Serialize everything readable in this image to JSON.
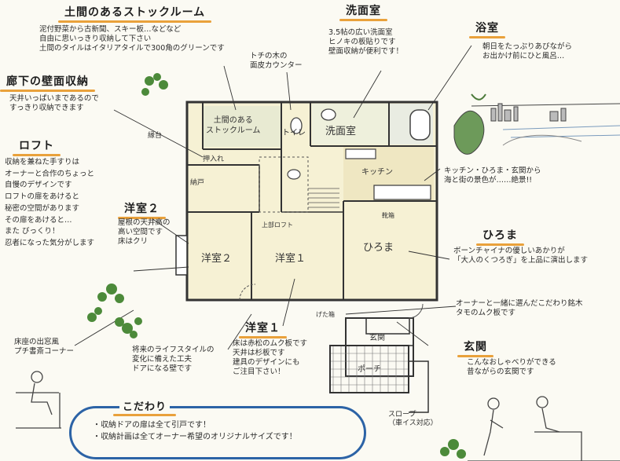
{
  "headings": {
    "doma_stock": "土間のあるストックルーム",
    "senmenshitsu": "洗面室",
    "yokushitsu": "浴室",
    "rouka_shuno": "廊下の壁面収納",
    "loft": "ロフト",
    "youshitsu2": "洋室２",
    "hiroma": "ひろま",
    "youshitsu1": "洋室１",
    "genkan": "玄関",
    "kodawari": "こだわり"
  },
  "notes": {
    "doma_stock": [
      "泥付野菜から古新聞、スキー板…などなど",
      "自由に思いっきり収納して下さい",
      "土間のタイルはイタリアタイルで300角のグリーンです"
    ],
    "tochi_counter": [
      "トチの木の",
      "面皮カウンター"
    ],
    "senmenshitsu": [
      "3.5帖の広い洗面室",
      "ヒノキの板貼りです",
      "壁面収納が便利です！"
    ],
    "yokushitsu": [
      "朝日をたっぷりあびながら",
      "お出かけ前にひと風呂…"
    ],
    "rouka_shuno": [
      "天井いっぱいまであるので",
      "すっきり収納できます"
    ],
    "loft": [
      "収納を兼ねた手すりは",
      "オーナーと合作のちょっと",
      "自慢のデザインです",
      "ロフトの扉をあけると",
      "秘密の空間があります",
      "その扉をあけると…",
      "また びっくり！",
      "忍者になった気分がします"
    ],
    "youshitsu2": [
      "屋根の天井高の",
      "高い空間です",
      "床はクリ"
    ],
    "kitchen_view": [
      "キッチン・ひろま・玄関から",
      "海と街の景色が……絶景!!"
    ],
    "hiroma": [
      "ボーンチャイナの優しいあかりが",
      "「大人のくつろぎ」を上品に演出します"
    ],
    "owner_floor": [
      "オーナーと一緒に選んだこだわり銘木",
      "タモのムク板です"
    ],
    "youshitsu1": [
      "床は赤松のムク板です",
      "天井は杉板です",
      "建具のデザインにも",
      "ご注目下さい！"
    ],
    "future_door": [
      "将来のライフスタイルの",
      "変化に備えた工夫",
      "ドアになる壁です"
    ],
    "genkan": [
      "こんなおしゃべりができる",
      "昔ながらの玄関です"
    ],
    "shosai": [
      "床座の出窓風",
      "プチ書斎コーナー"
    ],
    "kodawari": [
      "・収納ドアの扉は全て引戸です！",
      "・収納計画は全てオーナー希望のオリジナルサイズです！"
    ],
    "slope": [
      "スロープ",
      "（車イス対応）"
    ]
  },
  "plan_labels": {
    "doma_stock": [
      "土間のある",
      "ストックルーム"
    ],
    "toilet": "トイレ",
    "senmen": "洗面室",
    "kitchen": "キッチン",
    "oshiire": "押入れ",
    "nando": "納戸",
    "youshitsu2": "洋室２",
    "youshitsu1": "洋室１",
    "hiroma": "ひろま",
    "genkan": "玄関",
    "porch": "ポーチ",
    "hanasu": "縁台",
    "loft_above": "上部ロフト",
    "getabako": "げた箱",
    "shoe": "靴箱"
  },
  "colors": {
    "accent_underline": "#e9a13b",
    "kodawari_border": "#2c63a6",
    "wall": "#333333",
    "room_fill": "#f6f1d4"
  }
}
